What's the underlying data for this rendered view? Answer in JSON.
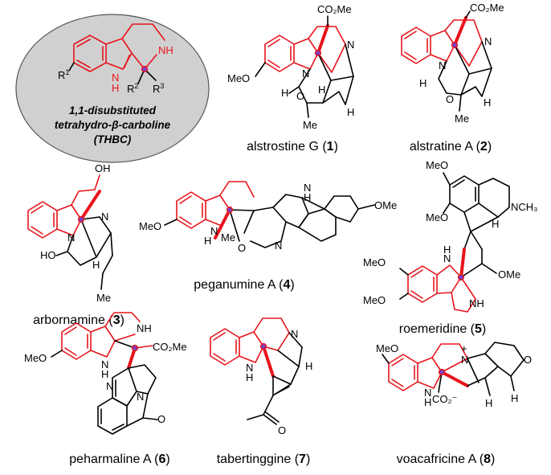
{
  "scaffold": {
    "lines": [
      "1,1-disubstituted",
      "tetrahydro-β-carboline",
      "(THBC)"
    ],
    "labels": {
      "nh": "NH",
      "n": "N",
      "h": "H",
      "r1": "R",
      "r1_sup": "1",
      "r2": "R",
      "r2_sup": "2",
      "r3": "R",
      "r3_sup": "3"
    },
    "colors": {
      "ellipse_fill": "#d0d0d0",
      "highlight": "#e8141b",
      "stereocenter": "#7b3fc4"
    }
  },
  "compounds": [
    {
      "id": "1",
      "name": "alstrostine G",
      "labels": [
        "CO2Me",
        "N",
        "N",
        "MeO",
        "O",
        "H",
        "H",
        "H",
        "Me"
      ]
    },
    {
      "id": "2",
      "name": "alstratine A",
      "labels": [
        "CO2Me",
        "N",
        "N",
        "H",
        "O",
        "H",
        "Me"
      ]
    },
    {
      "id": "3",
      "name": "arbornamine",
      "labels": [
        "OH",
        "N",
        "N",
        "HO",
        "H",
        "Me"
      ]
    },
    {
      "id": "4",
      "name": "peganumine A",
      "labels": [
        "MeO",
        "N",
        "H",
        "Me",
        "O",
        "N",
        "N",
        "H",
        "OMe"
      ]
    },
    {
      "id": "5",
      "name": "roemeridine",
      "labels": [
        "MeO",
        "MeO",
        "NCH3",
        "H",
        "MeO",
        "MeO",
        "N",
        "H",
        "NH",
        "OMe"
      ]
    },
    {
      "id": "6",
      "name": "peharmaline A",
      "labels": [
        "NH",
        "MeO",
        "N",
        "H",
        "CO2Me",
        "N",
        "N",
        "O"
      ]
    },
    {
      "id": "7",
      "name": "tabertinggine",
      "labels": [
        "N",
        "N",
        "H",
        "H",
        "O"
      ]
    },
    {
      "id": "8",
      "name": "voacafricine A",
      "labels": [
        "MeO",
        "N",
        "+",
        "N",
        "H",
        "CO2−",
        "O",
        "H",
        "H"
      ]
    }
  ]
}
